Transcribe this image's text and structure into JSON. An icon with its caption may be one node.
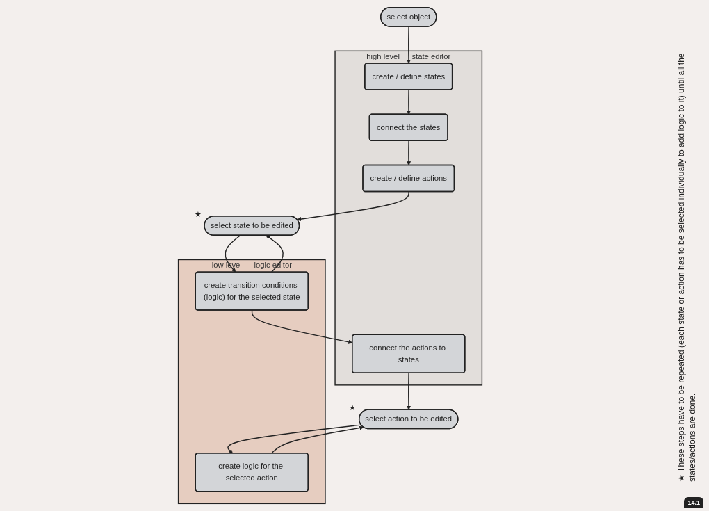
{
  "diagram": {
    "nodes": [
      {
        "text": [
          "select object"
        ]
      },
      {
        "text": [
          "high level",
          "state editor"
        ]
      },
      {
        "text": [
          "create / define states"
        ],
        "in": 1
      },
      {
        "text": [
          "create / define actions"
        ],
        "in": 1
      },
      {
        "text": [
          "connect the states"
        ],
        "in": 1
      },
      {
        "text": [
          "connect the actions to states"
        ],
        "in": 1
      },
      {
        "text": [
          "select state to be edited"
        ],
        "beside": [
          "★"
        ]
      },
      {
        "text": [
          "select action to be edited"
        ],
        "beside": [
          "★"
        ]
      },
      {
        "text": [
          "low level",
          "logic editor"
        ]
      },
      {
        "text": [
          "create transition conditions (logic) for the selected state"
        ],
        "in": 8
      },
      {
        "text": [
          "create logic for the selected action"
        ],
        "in": 8
      }
    ],
    "edges": [
      {
        "from": 0,
        "to": 2,
        "arrow": "to"
      },
      {
        "from": 2,
        "to": 4,
        "arrow": "to"
      },
      {
        "from": 4,
        "to": 3,
        "arrow": "to"
      },
      {
        "from": 3,
        "to": 6,
        "arrow": "to"
      },
      {
        "from": 6,
        "to": 9,
        "arrow": "to"
      },
      {
        "from": 9,
        "to": 6,
        "arrow": "to"
      },
      {
        "from": 9,
        "to": 5,
        "arrow": "to"
      },
      {
        "from": 5,
        "to": 7,
        "arrow": "to"
      },
      {
        "from": 7,
        "to": 10,
        "arrow": "to"
      },
      {
        "from": 10,
        "to": 7,
        "arrow": "to"
      }
    ],
    "labels": [
      "★ These steps have to be repeated (each state or action has to be selected individually to add logic to it) until all the states/actions are done.",
      "14.1"
    ]
  }
}
